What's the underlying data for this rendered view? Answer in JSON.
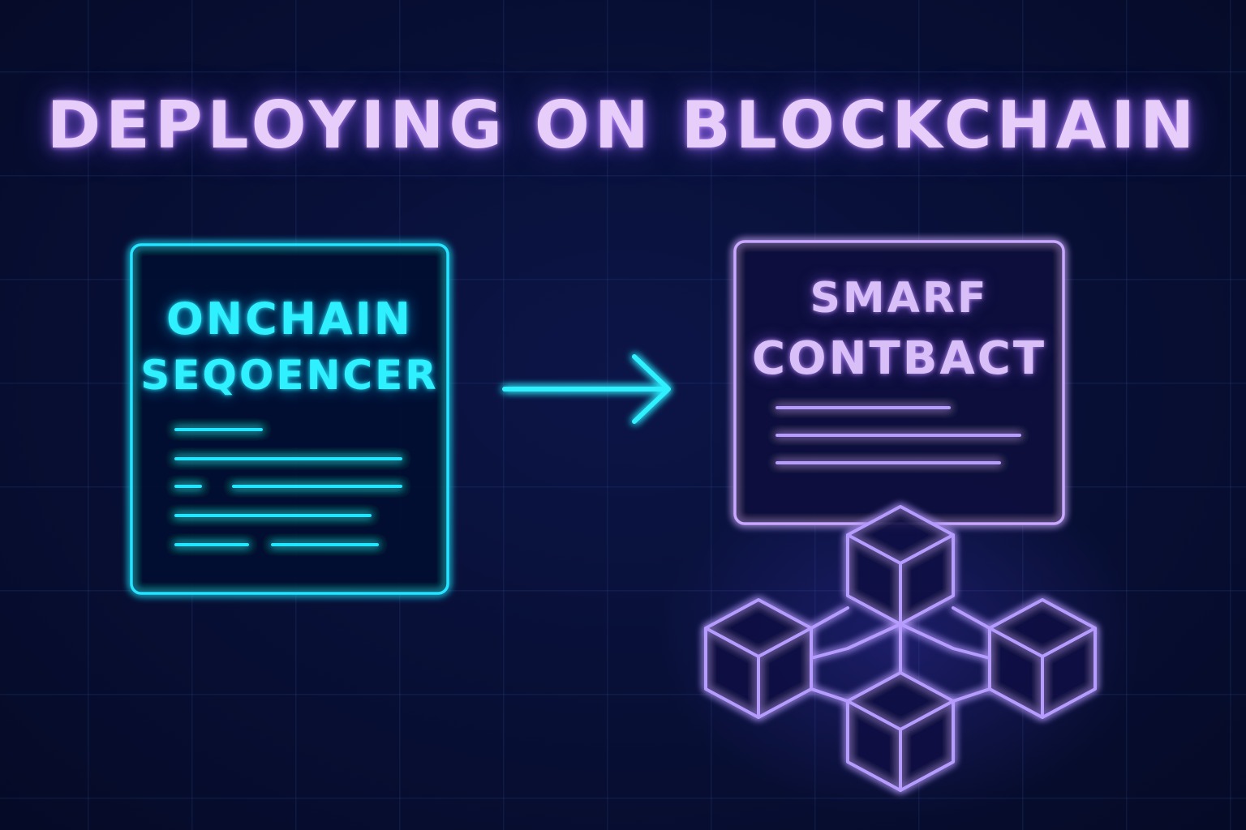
{
  "title": "DEPLOYING ON BLOCKCHAIN",
  "onchain_card": {
    "line1": "ONCHAIN",
    "line2": "SEQOENCER"
  },
  "contract_card": {
    "line1": "SMARF",
    "line2": "CONTBACT"
  },
  "colors": {
    "background": "#060d2b",
    "cyan_accent": "#2ff0ff",
    "violet_accent": "#c9a8ff",
    "title": "#e6cdfa"
  },
  "icons": [
    "right-arrow-icon",
    "blockchain-cubes-icon"
  ]
}
